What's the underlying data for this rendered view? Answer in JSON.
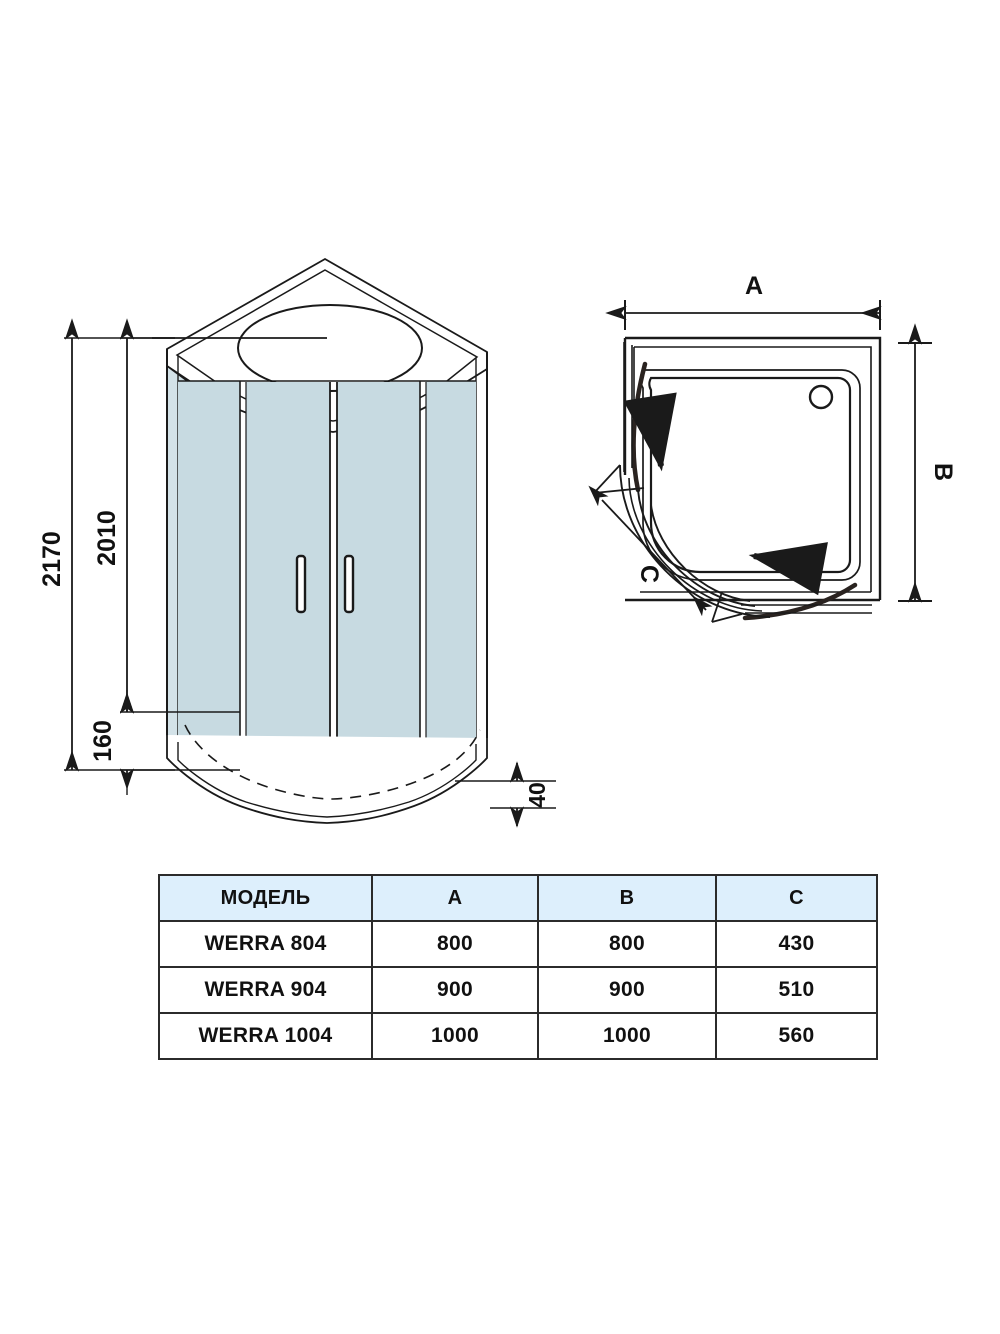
{
  "document": {
    "kind": "technical-drawing",
    "product_family": "WERRA",
    "subject": "quarter-round sliding-door shower enclosure"
  },
  "views": {
    "isometric": {
      "name": "isometric-enclosure-view",
      "description": "corner shower enclosure with two sliding glass doors, curved quadrant tray and ceiling panel with round recess"
    },
    "plan": {
      "name": "plan-view",
      "description": "top-down quadrant shower tray with drain hole and sliding door travel arrows"
    }
  },
  "dimensions": {
    "overall_height": "2170",
    "glass_height": "2010",
    "tray_height": "160",
    "profile_offset": "40",
    "plan_width_label": "A",
    "plan_depth_label": "B",
    "plan_chord_label": "C"
  },
  "table": {
    "name": "model-dimensions-table",
    "headers": [
      "МОДЕЛЬ",
      "A",
      "B",
      "C"
    ],
    "rows": [
      {
        "model": "WERRA 804",
        "a": "800",
        "b": "800",
        "c": "430"
      },
      {
        "model": "WERRA 904",
        "a": "900",
        "b": "900",
        "c": "510"
      },
      {
        "model": "WERRA 1004",
        "a": "1000",
        "b": "1000",
        "c": "560"
      }
    ]
  },
  "colors": {
    "glass": "#c7dae1",
    "glass_light": "#d3e2e8",
    "table_header": "#ddeffc",
    "line": "#1a1a1a",
    "background": "#ffffff"
  }
}
